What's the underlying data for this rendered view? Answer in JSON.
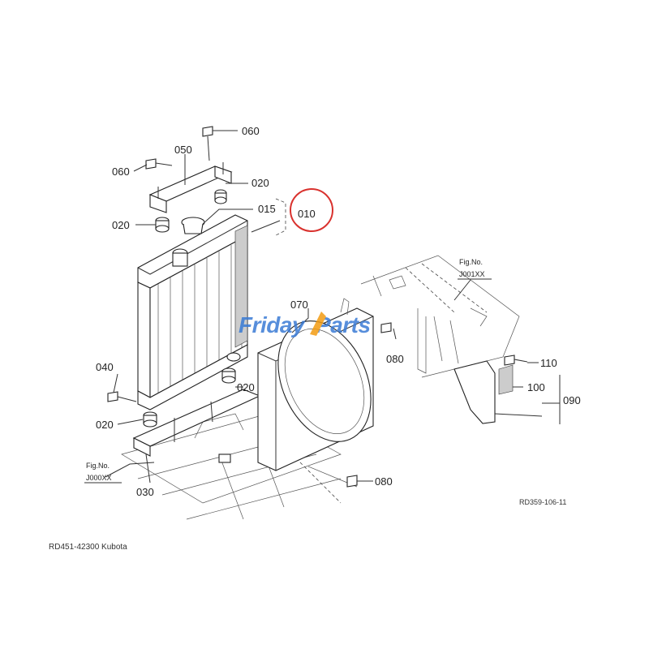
{
  "parts": {
    "p060a": "060",
    "p050": "050",
    "p060b": "060",
    "p020a": "020",
    "p015": "015",
    "p010": "010",
    "p020b": "020",
    "p070": "070",
    "p080a": "080",
    "p110": "110",
    "p100": "100",
    "p090": "090",
    "p040": "040",
    "p020c": "020",
    "p020d": "020",
    "p030": "030",
    "p080b": "080"
  },
  "fig_refs": {
    "right_label": "Fig.No.",
    "right_code": "J001XX",
    "left_label": "Fig.No.",
    "left_code": "J000XX"
  },
  "drawing_code": "RD359-106-11",
  "caption": "RD451-42300 Kubota",
  "watermark": {
    "part1": "Friday",
    "part2": "Parts",
    "color_blue": "#3a7bd5",
    "color_orange": "#f39c12"
  },
  "highlight_color": "#d9322e"
}
